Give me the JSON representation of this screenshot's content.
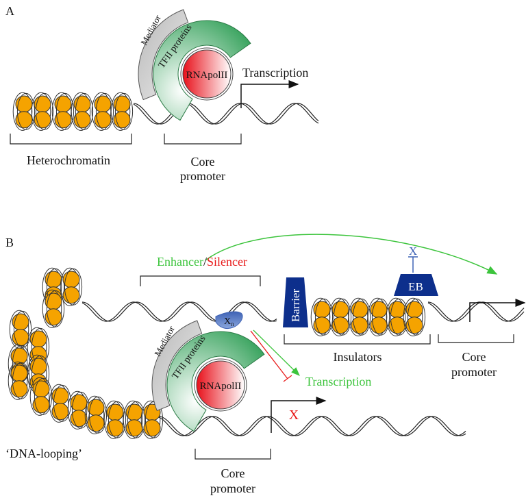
{
  "panel_a": {
    "label": "A",
    "heterochromatin": "Heterochromatin",
    "core_promoter": [
      "Core",
      "promoter"
    ],
    "mediator": "Mediator",
    "tfii": "TFII proteins",
    "rnapol": "RNApolII",
    "transcription": "Transcription"
  },
  "panel_b": {
    "label": "B",
    "enhancer": "Enhancer",
    "slash": "/",
    "silencer": "Silencer",
    "barrier": "Barrier",
    "eb": "EB",
    "block_x": "X",
    "insulators": "Insulators",
    "core_promoter_right": [
      "Core",
      "promoter"
    ],
    "core_promoter_bottom": [
      "Core",
      "promoter"
    ],
    "xn": "X",
    "xn_sub": "n",
    "mediator": "Mediator",
    "tfii": "TFII proteins",
    "rnapol": "RNApolII",
    "transcription": "Transcription",
    "red_x": "X",
    "dna_looping": "‘DNA-looping’"
  },
  "colors": {
    "nucleosome": "#f5a300",
    "tfii": "#3fae62",
    "rnapol": "#e8101a",
    "mediator": "#c8c8c8",
    "insulator_blue": "#0d2f8c",
    "enhancer_green": "#3cc43c",
    "silencer_red": "#e81a1a",
    "xn_blue": "#5a7fc4"
  }
}
